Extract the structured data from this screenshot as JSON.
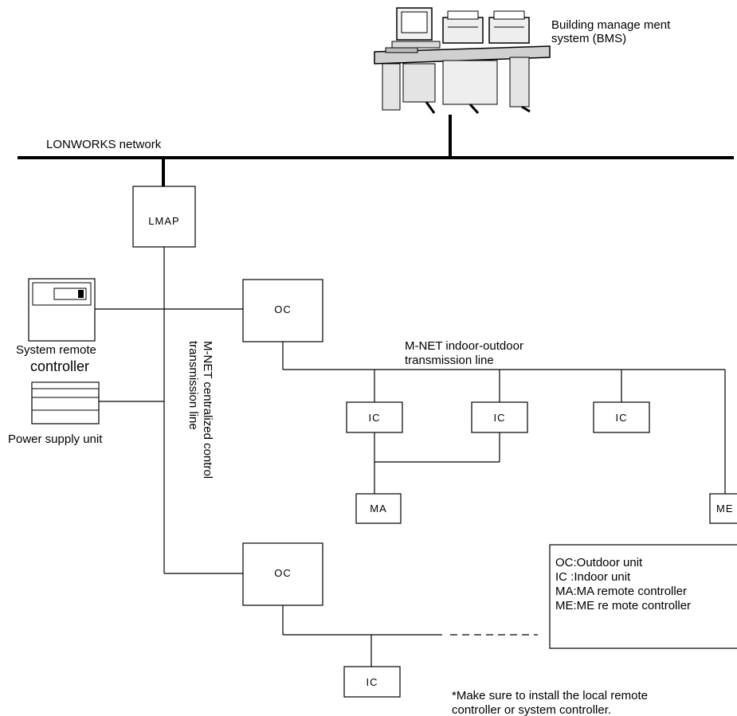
{
  "bms": {
    "label_line1": "Building manage ment",
    "label_line2": "system (BMS)"
  },
  "network": {
    "label": "LONWORKS network"
  },
  "lmap": {
    "label": "LMAP"
  },
  "system_remote": {
    "label_line1": "System remote",
    "label_line2": "controller"
  },
  "power_supply": {
    "label": "Power supply unit"
  },
  "mnet_central": {
    "label_line1": "M-NET centralized  control",
    "label_line2": "transmission line"
  },
  "mnet_indoor": {
    "label_line1": "M-NET indoor-outdoor",
    "label_line2": "transmission line"
  },
  "units": {
    "oc": "OC",
    "ic": "IC",
    "ma": "MA",
    "me": "ME"
  },
  "legend": {
    "items": [
      "OC:Outdoor unit",
      "IC :Indoor unit",
      "MA:MA  remote controller",
      "ME:ME re mote controller"
    ]
  },
  "note": {
    "line1": "*Make sure to install the local remote",
    "line2": "controller or system controller."
  }
}
